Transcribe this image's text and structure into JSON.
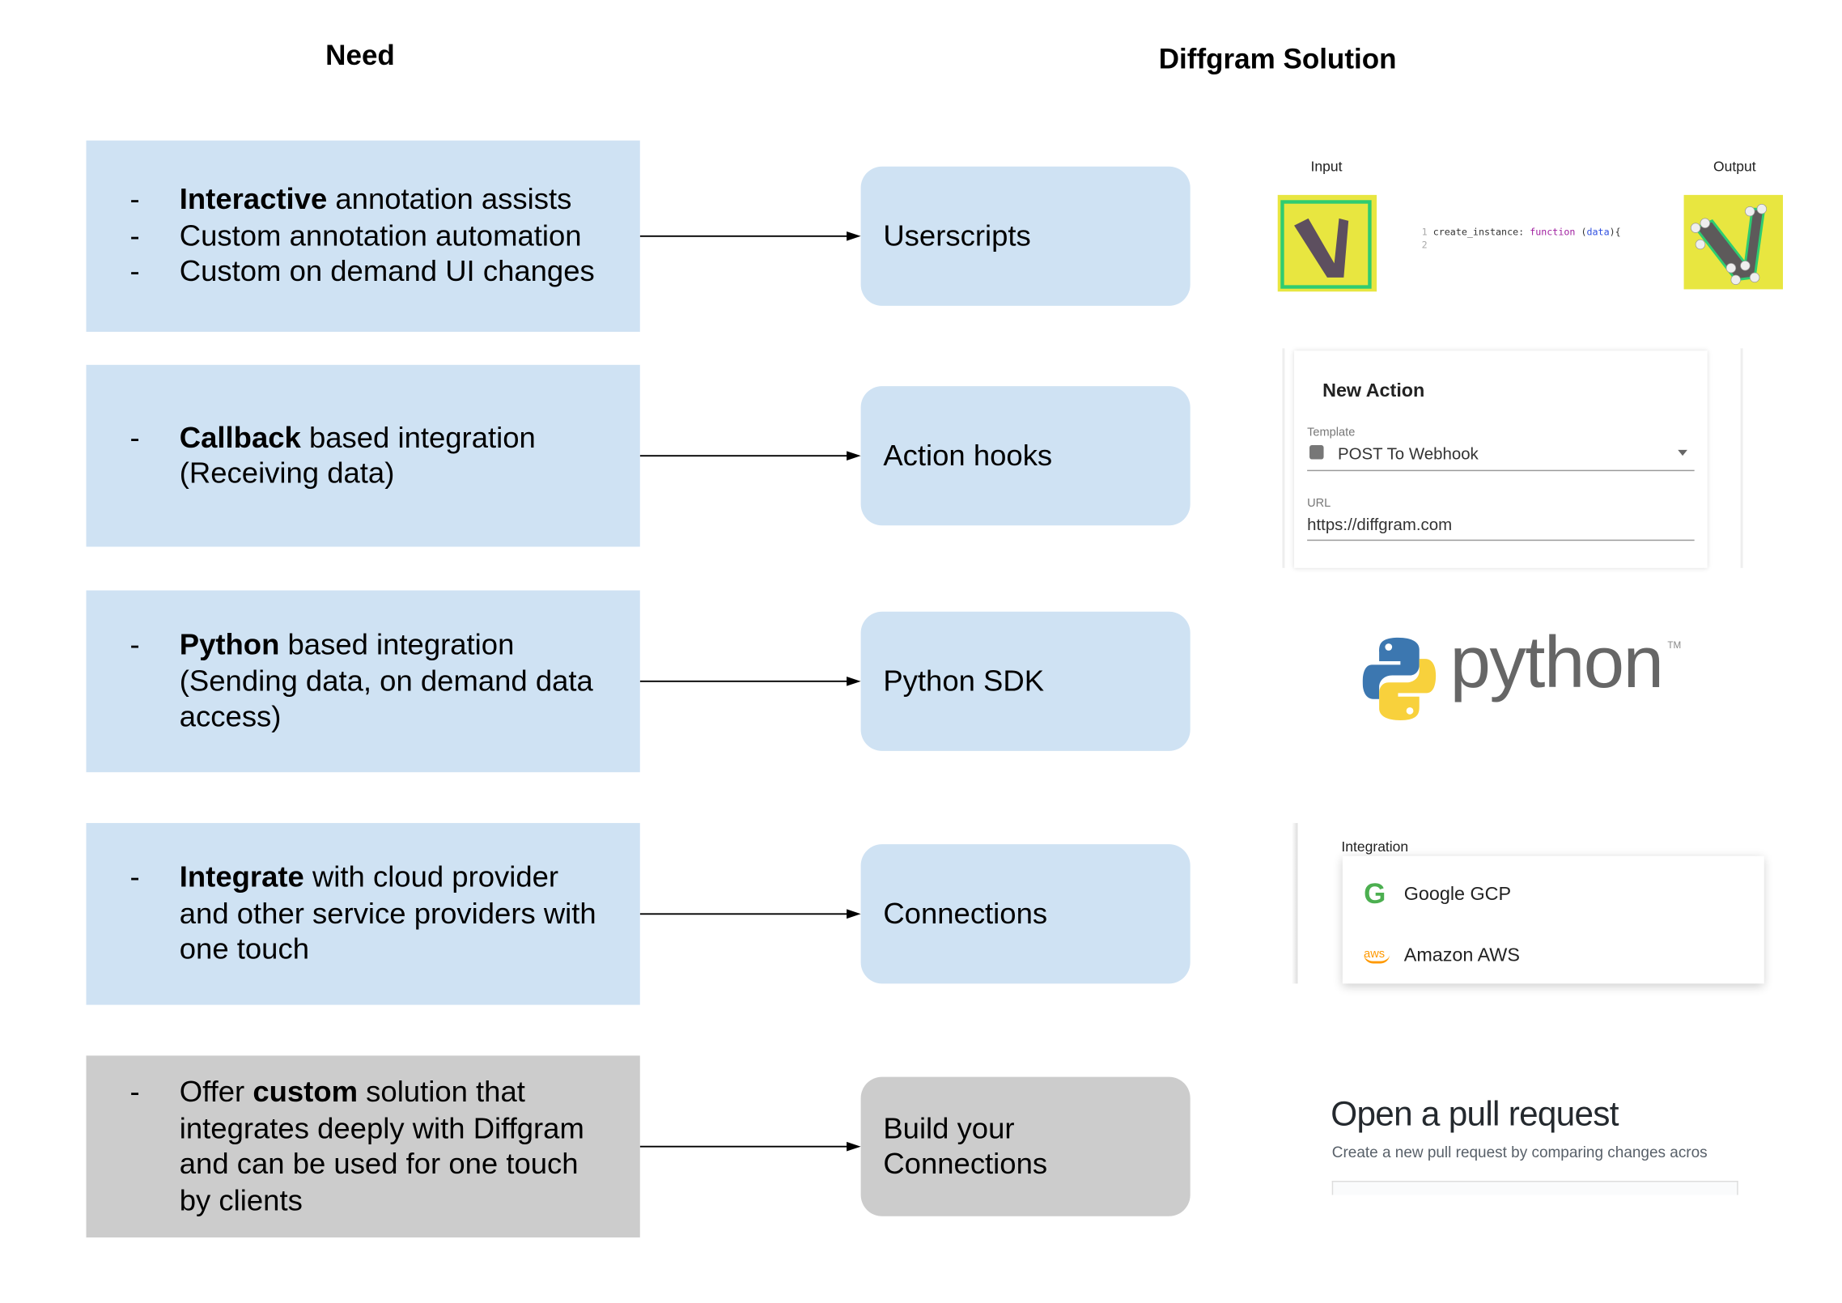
{
  "headers": {
    "need": "Need",
    "solution": "Diffgram Solution"
  },
  "rows": [
    {
      "need": [
        [
          {
            "b": "Interactive"
          },
          {
            "t": " annotation assists"
          }
        ],
        [
          {
            "t": "Custom annotation automation"
          }
        ],
        [
          {
            "t": "Custom on demand UI changes"
          }
        ]
      ],
      "dashes": [
        "-",
        "-",
        "-"
      ],
      "solution": [
        "Userscripts"
      ]
    },
    {
      "need": [
        [
          {
            "b": "Callback"
          },
          {
            "t": " based integration"
          }
        ],
        [
          {
            "t": "(Receiving data)"
          }
        ]
      ],
      "dashes": [
        "-",
        ""
      ],
      "solution": [
        "Action hooks"
      ]
    },
    {
      "need": [
        [
          {
            "b": "Python"
          },
          {
            "t": " based integration"
          }
        ],
        [
          {
            "t": "(Sending data, on demand data"
          }
        ],
        [
          {
            "t": "access)"
          }
        ]
      ],
      "dashes": [
        "-",
        "",
        ""
      ],
      "solution": [
        "Python SDK"
      ]
    },
    {
      "need": [
        [
          {
            "b": "Integrate"
          },
          {
            "t": " with cloud provider"
          }
        ],
        [
          {
            "t": "and other service providers with"
          }
        ],
        [
          {
            "t": "one touch"
          }
        ]
      ],
      "dashes": [
        "-",
        "",
        ""
      ],
      "solution": [
        "Connections"
      ]
    },
    {
      "need": [
        [
          {
            "t": "Offer "
          },
          {
            "b": "custom"
          },
          {
            "t": " solution that"
          }
        ],
        [
          {
            "t": "integrates deeply with Diffgram"
          }
        ],
        [
          {
            "t": "and can be used for one touch"
          }
        ],
        [
          {
            "t": "by clients"
          }
        ]
      ],
      "dashes": [
        "-",
        "",
        "",
        ""
      ],
      "solution": [
        "Build your",
        "Connections"
      ]
    }
  ],
  "userscripts_preview": {
    "input_label": "Input",
    "output_label": "Output",
    "code_line_numbers": [
      "1",
      "2"
    ],
    "code_name": "create_instance: ",
    "code_keyword": "function",
    "code_param": "data",
    "code_open": " (",
    "code_close": "){"
  },
  "action_preview": {
    "title": "New Action",
    "template_label": "Template",
    "template_value": "POST To Webhook",
    "url_label": "URL",
    "url_value": "https://diffgram.com"
  },
  "python_logo": {
    "word": "python",
    "tm": "TM"
  },
  "connections_preview": {
    "label": "Integration",
    "options": [
      {
        "icon": "google-g-icon",
        "label": "Google GCP"
      },
      {
        "icon": "aws-icon",
        "label": "Amazon AWS"
      }
    ]
  },
  "pull_request_preview": {
    "title": "Open a pull request",
    "subtitle": "Create a new pull request by comparing changes acros"
  },
  "colors": {
    "need_box": "#cfe2f3",
    "custom_box": "#cccccc",
    "google_green": "#4caf50",
    "aws_orange": "#f90"
  }
}
